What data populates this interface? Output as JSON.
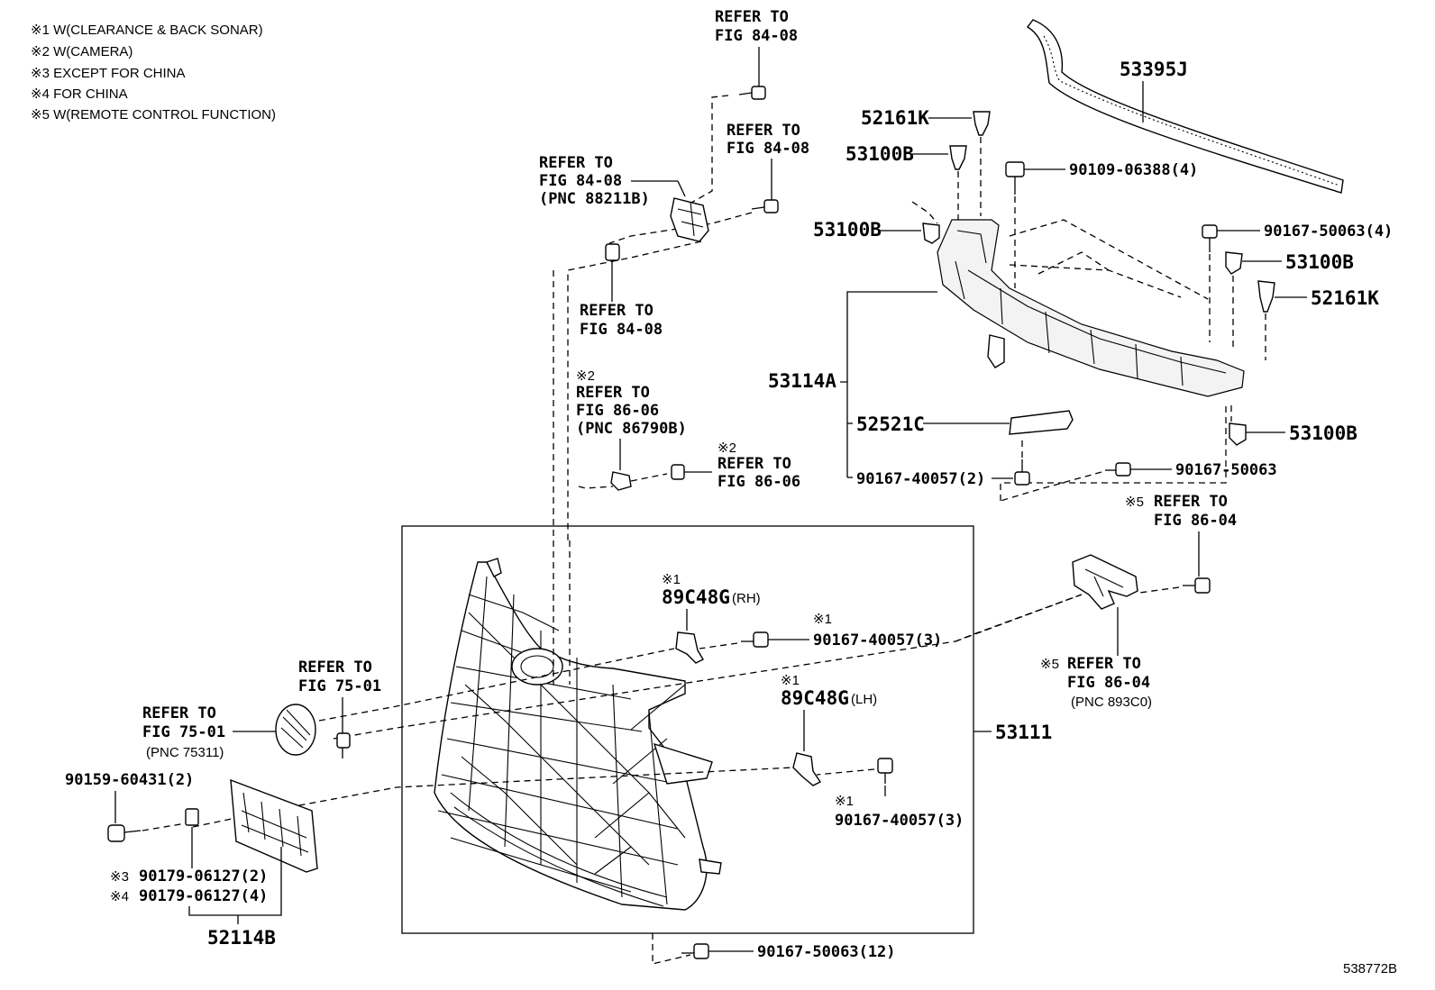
{
  "notes": [
    "※1 W(CLEARANCE & BACK SONAR)",
    "※2 W(CAMERA)",
    "※3 EXCEPT FOR CHINA",
    "※4 FOR CHINA",
    "※5 W(REMOTE CONTROL FUNCTION)"
  ],
  "labels": {
    "ref_8408_top_1": "REFER TO",
    "ref_8408_top_2": "FIG 84-08",
    "ref_8408_mid_1": "REFER TO",
    "ref_8408_mid_2": "FIG 84-08",
    "ref_8408_left_1": "REFER TO",
    "ref_8408_left_2": "FIG 84-08",
    "ref_8408_left_3": "(PNC 88211B)",
    "ref_8408_low_1": "REFER TO",
    "ref_8408_low_2": "FIG 84-08",
    "cam_mark": "※2",
    "ref_8606_1": "REFER TO",
    "ref_8606_2": "FIG 86-06",
    "ref_8606_3": "(PNC 86790B)",
    "cam2_mark": "※2",
    "ref_8606b_1": "REFER TO",
    "ref_8606b_2": "FIG 86-06",
    "p53395J": "53395J",
    "p52161K_a": "52161K",
    "p53100B_a": "53100B",
    "p90109": "90109-06388(4)",
    "p53100B_b": "53100B",
    "p90167_50063_4": "90167-50063(4)",
    "p53100B_c": "53100B",
    "p52161K_b": "52161K",
    "p53114A": "53114A",
    "p52521C": "52521C",
    "p53100B_d": "53100B",
    "p90167_40057_2": "90167-40057(2)",
    "p90167_50063": "90167-50063",
    "rc5_mark_a": "※5",
    "ref_8604a_1": "REFER TO",
    "ref_8604a_2": "FIG 86-04",
    "rc5_mark_b": "※5",
    "ref_8604b_1": "REFER TO",
    "ref_8604b_2": "FIG 86-04",
    "ref_8604b_3": "(PNC 893C0)",
    "s1_rh_mark": "※1",
    "p89C48G_rh": "89C48G",
    "rh": "(RH)",
    "s1_b_mark": "※1",
    "p90167_40057_3a": "90167-40057(3)",
    "s1_lh_mark": "※1",
    "p89C48G_lh": "89C48G",
    "lh": "(LH)",
    "s1_c_mark": "※1",
    "p90167_40057_3b": "90167-40057(3)",
    "p53111": "53111",
    "ref_7501a_1": "REFER TO",
    "ref_7501a_2": "FIG 75-01",
    "ref_7501b_1": "REFER TO",
    "ref_7501b_2": "FIG 75-01",
    "ref_7501b_3": "(PNC 75311)",
    "p90159": "90159-60431(2)",
    "s3_mark": "※3",
    "p90179_2": "90179-06127(2)",
    "s4_mark": "※4",
    "p90179_4": "90179-06127(4)",
    "p52114B": "52114B",
    "p90167_50063_12": "90167-50063(12)",
    "fig_id": "538772B"
  }
}
